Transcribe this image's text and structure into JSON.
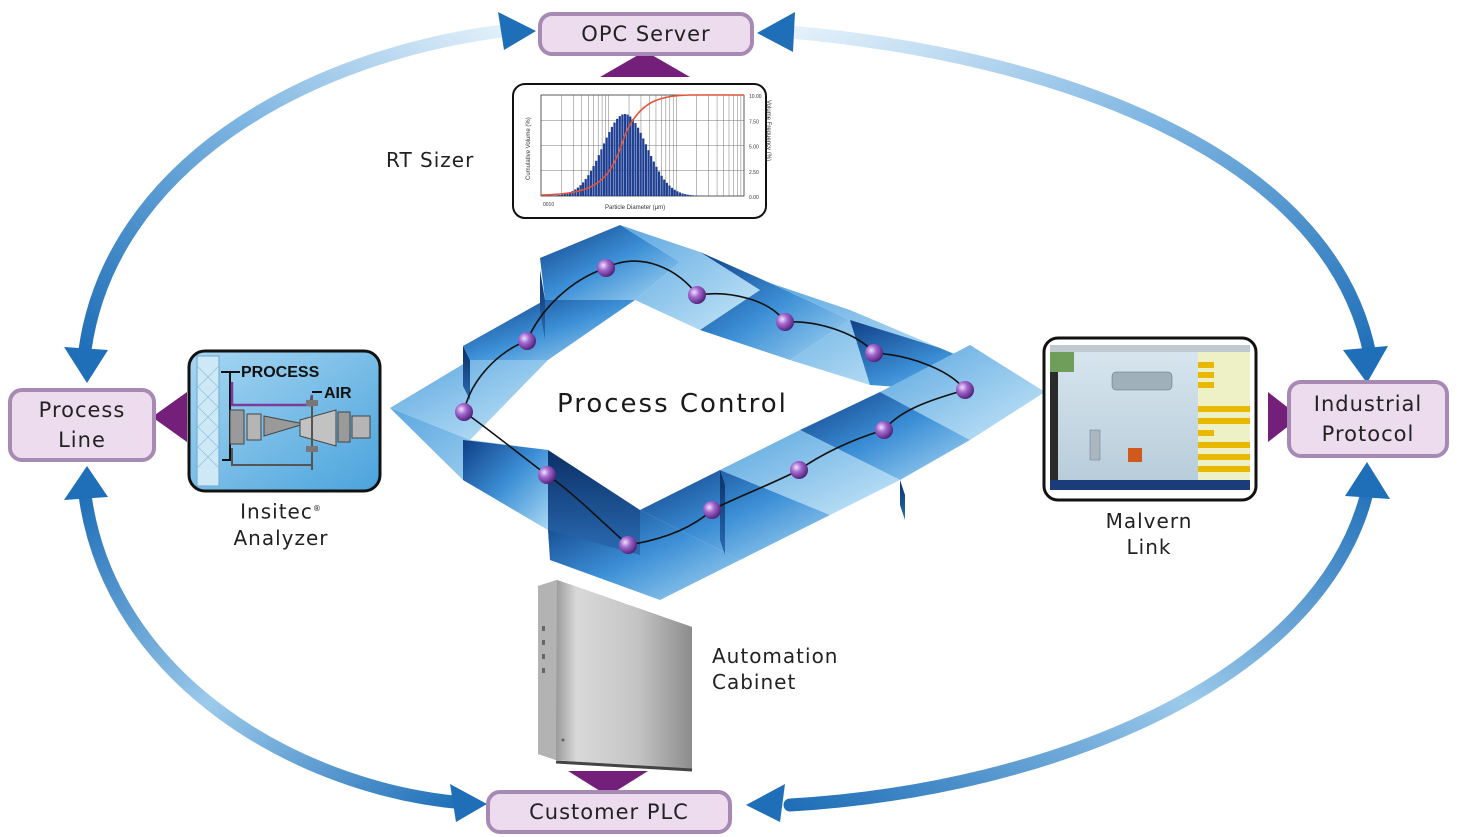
{
  "nodes": {
    "opc_server": "OPC Server",
    "process_line": [
      "Process",
      "Line"
    ],
    "industrial_protocol": [
      "Industrial",
      "Protocol"
    ],
    "customer_plc": "Customer PLC"
  },
  "labels": {
    "rt_sizer": "RT Sizer",
    "insitec": [
      "Insitec",
      "®",
      "Analyzer"
    ],
    "malvern": [
      "Malvern",
      "Link"
    ],
    "automation": [
      "Automation",
      "Cabinet"
    ],
    "process_control": "Process Control"
  },
  "analyzer": {
    "process": "PROCESS",
    "air": "AIR"
  },
  "rt_chart": {
    "ylabel_left": "Cumulative Volume (%)",
    "ylabel_right": "Volume Frequency (%)",
    "xlabel": "Particle Diameter (µm)",
    "right_ticks": [
      "10.00",
      "7.50",
      "5.00",
      "2.50",
      "0.00"
    ],
    "x_left": "0010"
  },
  "colors": {
    "node_fill": "#ecdcee",
    "node_border": "#a78ab4",
    "arrow_blue": "#1f6fb8",
    "arrow_light": "#d6eaf7",
    "arrowhead_purple": "#74207a",
    "panel_blue": "#2b74c4",
    "sphere": "#8a4fb6"
  }
}
